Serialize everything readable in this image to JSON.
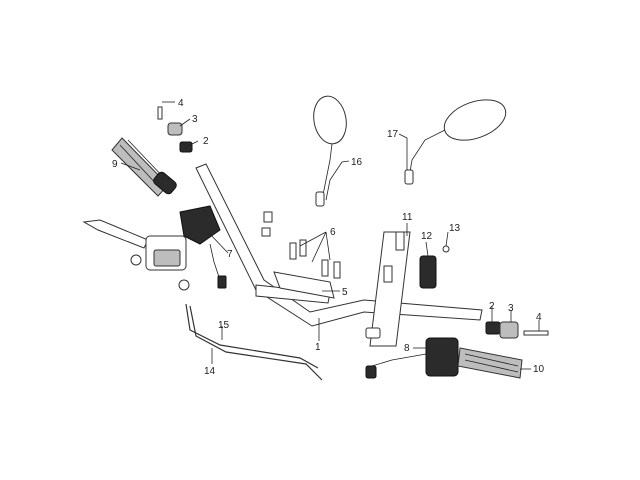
{
  "diagram": {
    "callouts": [
      "1",
      "2",
      "3",
      "4",
      "5",
      "6",
      "7",
      "8",
      "9",
      "10",
      "11",
      "12",
      "13",
      "14",
      "15",
      "16",
      "17"
    ],
    "label_set": {
      "c1": "1",
      "c2a": "2",
      "c2b": "2",
      "c3a": "3",
      "c3b": "3",
      "c4a": "4",
      "c4b": "4",
      "c5": "5",
      "c6": "6",
      "c7": "7",
      "c8": "8",
      "c9": "9",
      "c10": "10",
      "c11": "11",
      "c12": "12",
      "c13": "13",
      "c14": "14",
      "c15": "15",
      "c16": "16",
      "c17": "17"
    },
    "colors": {
      "line": "#333333",
      "dark_part": "#2b2b2b",
      "grip_shade": "#bdbdbd",
      "background": "#ffffff"
    }
  }
}
